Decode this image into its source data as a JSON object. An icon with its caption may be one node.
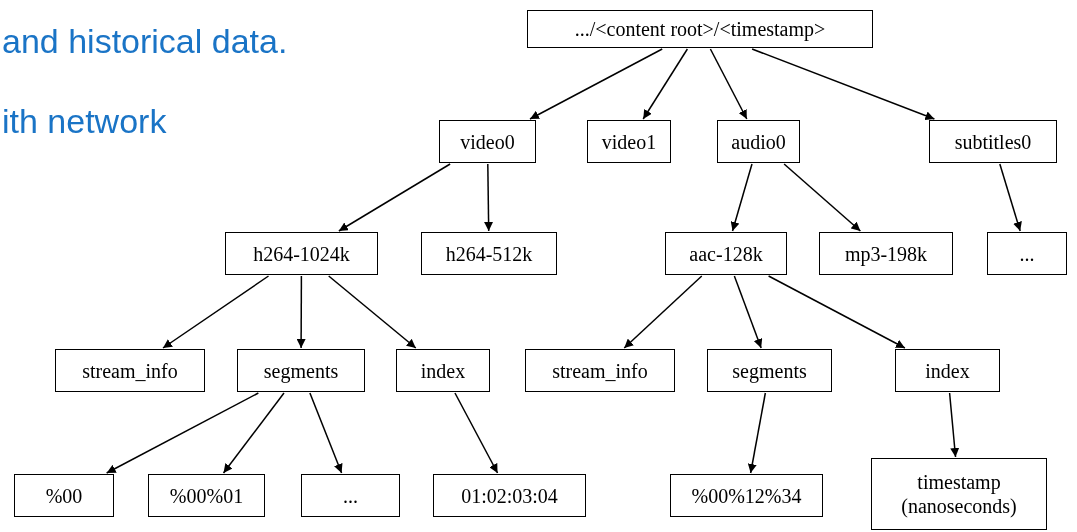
{
  "diagram": {
    "nodes": [
      {
        "text": [
          ".../<content root>/<timestamp>"
        ]
      },
      {
        "text": [
          "video0"
        ]
      },
      {
        "text": [
          "video1"
        ]
      },
      {
        "text": [
          "audio0"
        ]
      },
      {
        "text": [
          "subtitles0"
        ]
      },
      {
        "text": [
          "h264-1024k"
        ]
      },
      {
        "text": [
          "h264-512k"
        ]
      },
      {
        "text": [
          "aac-128k"
        ]
      },
      {
        "text": [
          "mp3-198k"
        ]
      },
      {
        "text": [
          "..."
        ]
      },
      {
        "text": [
          "stream_info"
        ]
      },
      {
        "text": [
          "segments"
        ]
      },
      {
        "text": [
          "index"
        ]
      },
      {
        "text": [
          "stream_info"
        ]
      },
      {
        "text": [
          "segments"
        ]
      },
      {
        "text": [
          "index"
        ]
      },
      {
        "text": [
          "%00"
        ]
      },
      {
        "text": [
          "%00%01"
        ]
      },
      {
        "text": [
          "..."
        ]
      },
      {
        "text": [
          "01:02:03:04"
        ]
      },
      {
        "text": [
          "%00%12%34"
        ]
      },
      {
        "text": [
          "timestamp (nanoseconds)"
        ]
      }
    ],
    "edges": [
      {
        "from": 0,
        "to": 1,
        "arrow": "to"
      },
      {
        "from": 0,
        "to": 2,
        "arrow": "to"
      },
      {
        "from": 0,
        "to": 3,
        "arrow": "to"
      },
      {
        "from": 0,
        "to": 4,
        "arrow": "to"
      },
      {
        "from": 1,
        "to": 5,
        "arrow": "to"
      },
      {
        "from": 1,
        "to": 6,
        "arrow": "to"
      },
      {
        "from": 3,
        "to": 7,
        "arrow": "to"
      },
      {
        "from": 3,
        "to": 8,
        "arrow": "to"
      },
      {
        "from": 4,
        "to": 9,
        "arrow": "to"
      },
      {
        "from": 5,
        "to": 10,
        "arrow": "to"
      },
      {
        "from": 5,
        "to": 11,
        "arrow": "to"
      },
      {
        "from": 5,
        "to": 12,
        "arrow": "to"
      },
      {
        "from": 7,
        "to": 13,
        "arrow": "to"
      },
      {
        "from": 7,
        "to": 14,
        "arrow": "to"
      },
      {
        "from": 7,
        "to": 15,
        "arrow": "to"
      },
      {
        "from": 11,
        "to": 16,
        "arrow": "to"
      },
      {
        "from": 11,
        "to": 17,
        "arrow": "to"
      },
      {
        "from": 11,
        "to": 18,
        "arrow": "to"
      },
      {
        "from": 12,
        "to": 19,
        "arrow": "to"
      },
      {
        "from": 14,
        "to": 20,
        "arrow": "to"
      },
      {
        "from": 15,
        "to": 21,
        "arrow": "to"
      }
    ],
    "labels": [
      "and historical data.",
      "ith network"
    ]
  }
}
